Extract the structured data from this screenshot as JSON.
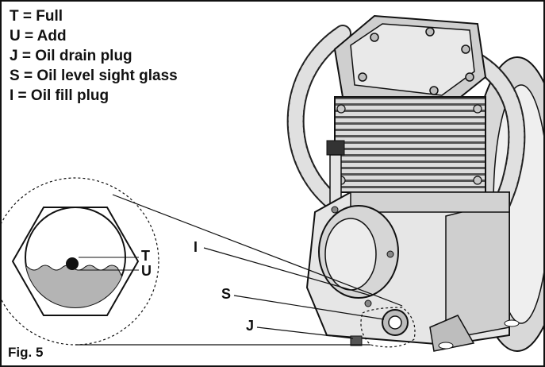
{
  "legend": [
    {
      "key": "T",
      "text": "T = Full"
    },
    {
      "key": "U",
      "text": "U = Add"
    },
    {
      "key": "J",
      "text": "J = Oil drain plug"
    },
    {
      "key": "S",
      "text": "S = Oil level sight glass"
    },
    {
      "key": "I",
      "text": "I  = Oil fill plug"
    }
  ],
  "callouts": {
    "T": "T",
    "U": "U",
    "I": "I",
    "S": "S",
    "J": "J"
  },
  "caption": "Fig. 5",
  "colors": {
    "line": "#111111",
    "oil": "#b4b4b4",
    "metal_light": "#e6e6e6",
    "metal_mid": "#bdbdbd",
    "metal_dark": "#3a3a3a"
  }
}
